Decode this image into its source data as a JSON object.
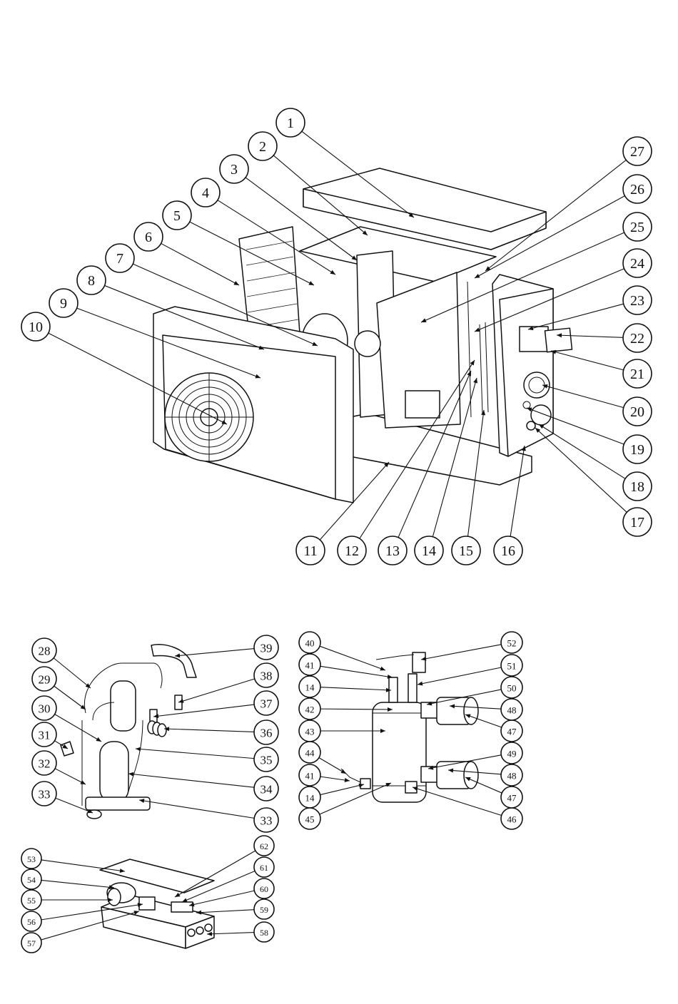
{
  "diagram": {
    "main_unit": {
      "callouts": [
        "1",
        "2",
        "3",
        "4",
        "5",
        "6",
        "7",
        "8",
        "9",
        "10",
        "11",
        "12",
        "13",
        "14",
        "15",
        "16",
        "17",
        "18",
        "19",
        "20",
        "21",
        "22",
        "23",
        "24",
        "25",
        "26",
        "27"
      ]
    },
    "compressor_assembly": {
      "callouts": [
        "28",
        "29",
        "30",
        "31",
        "32",
        "33",
        "33",
        "34",
        "35",
        "36",
        "37",
        "38",
        "39"
      ]
    },
    "heat_exchanger_assembly": {
      "callouts": [
        "40",
        "41",
        "14",
        "42",
        "43",
        "44",
        "41",
        "14",
        "45",
        "46",
        "47",
        "48",
        "49",
        "47",
        "48",
        "50",
        "51",
        "52"
      ]
    },
    "electric_box_assembly": {
      "callouts": [
        "53",
        "54",
        "55",
        "56",
        "57",
        "58",
        "59",
        "60",
        "61",
        "62"
      ]
    }
  }
}
